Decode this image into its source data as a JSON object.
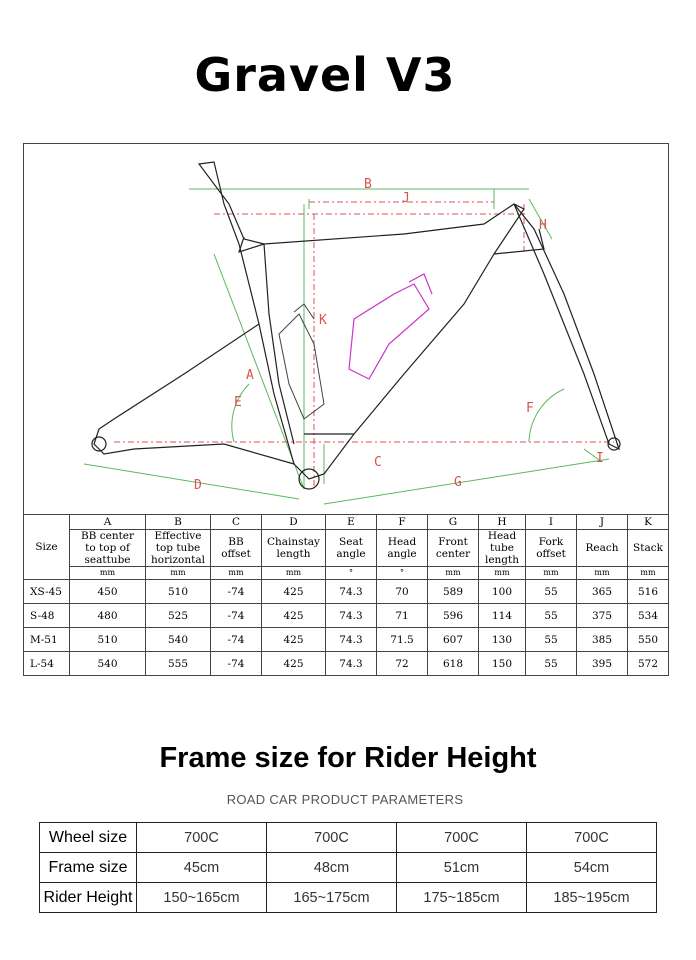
{
  "title": "Gravel V3",
  "diagram_labels": [
    "B",
    "J",
    "H",
    "K",
    "A",
    "E",
    "C",
    "D",
    "G",
    "F",
    "I"
  ],
  "geometry": {
    "size_header": "Size",
    "columns": [
      {
        "letter": "A",
        "name": [
          "BB center",
          "to top of",
          "seattube"
        ],
        "unit": "mm"
      },
      {
        "letter": "B",
        "name": [
          "Effective",
          "top tube",
          "horizontal"
        ],
        "unit": "mm"
      },
      {
        "letter": "C",
        "name": [
          "BB",
          "offset"
        ],
        "unit": "mm"
      },
      {
        "letter": "D",
        "name": [
          "Chainstay",
          "length"
        ],
        "unit": "mm"
      },
      {
        "letter": "E",
        "name": [
          "Seat",
          "angle"
        ],
        "unit": "°"
      },
      {
        "letter": "F",
        "name": [
          "Head",
          "angle"
        ],
        "unit": "°"
      },
      {
        "letter": "G",
        "name": [
          "Front",
          "center"
        ],
        "unit": "mm"
      },
      {
        "letter": "H",
        "name": [
          "Head",
          "tube",
          "length"
        ],
        "unit": "mm"
      },
      {
        "letter": "I",
        "name": [
          "Fork",
          "offset"
        ],
        "unit": "mm"
      },
      {
        "letter": "J",
        "name": [
          "Reach"
        ],
        "unit": "mm"
      },
      {
        "letter": "K",
        "name": [
          "Stack"
        ],
        "unit": "mm"
      }
    ],
    "rows": [
      {
        "size": "XS-45",
        "values": [
          "450",
          "510",
          "-74",
          "425",
          "74.3",
          "70",
          "589",
          "100",
          "55",
          "365",
          "516"
        ]
      },
      {
        "size": "S-48",
        "values": [
          "480",
          "525",
          "-74",
          "425",
          "74.3",
          "71",
          "596",
          "114",
          "55",
          "375",
          "534"
        ]
      },
      {
        "size": "M-51",
        "values": [
          "510",
          "540",
          "-74",
          "425",
          "74.3",
          "71.5",
          "607",
          "130",
          "55",
          "385",
          "550"
        ]
      },
      {
        "size": "L-54",
        "values": [
          "540",
          "555",
          "-74",
          "425",
          "74.3",
          "72",
          "618",
          "150",
          "55",
          "395",
          "572"
        ]
      }
    ]
  },
  "rider_section": {
    "heading": "Frame size for Rider Height",
    "subheading": "ROAD CAR PRODUCT PARAMETERS",
    "rows": [
      {
        "label": "Wheel size",
        "values": [
          "700C",
          "700C",
          "700C",
          "700C"
        ]
      },
      {
        "label": "Frame size",
        "values": [
          "45cm",
          "48cm",
          "51cm",
          "54cm"
        ]
      },
      {
        "label": "Rider Height",
        "values": [
          "150~165cm",
          "165~175cm",
          "175~185cm",
          "185~195cm"
        ]
      }
    ]
  },
  "colors": {
    "dimension_red": "#d9534f",
    "dimension_green": "#5cb85c",
    "bottle_magenta": "#cc33cc"
  }
}
